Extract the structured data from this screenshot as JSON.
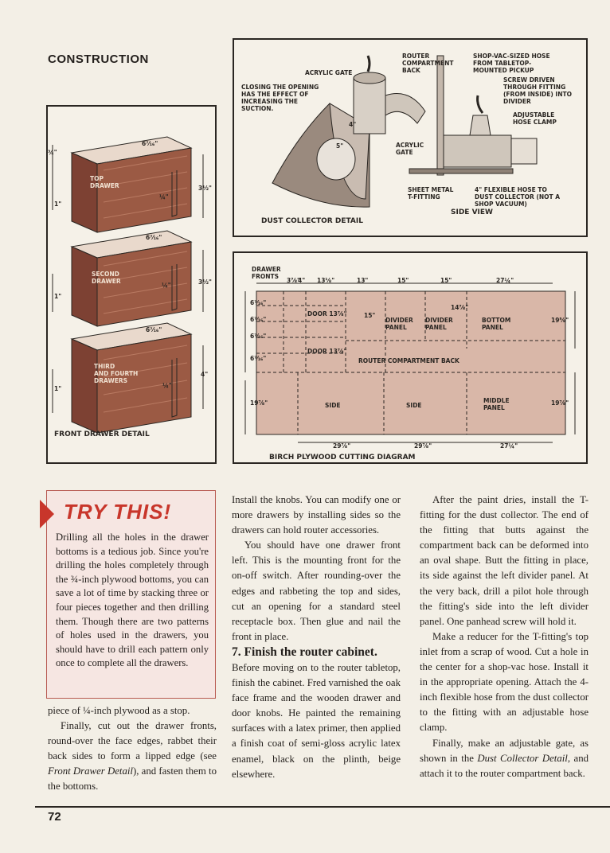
{
  "section": "CONSTRUCTION",
  "page_number": "72",
  "front_drawer_detail": {
    "caption": "FRONT DRAWER DETAIL",
    "drawers": [
      {
        "label": "TOP\nDRAWER",
        "width": "6⁷⁄₁₆\"",
        "height": "3½\"",
        "dim_a": "¾\"",
        "dim_b": "1\"",
        "rabbet": "¼\""
      },
      {
        "label": "SECOND\nDRAWER",
        "width": "6⁷⁄₁₆\"",
        "height": "3½\"",
        "dim_b": "1\"",
        "rabbet": "¼\""
      },
      {
        "label": "THIRD\nAND FOURTH\nDRAWERS",
        "width": "6⁷⁄₁₆\"",
        "height": "4\"",
        "dim_b": "1\"",
        "rabbet": "¼\""
      }
    ]
  },
  "dust_collector_detail": {
    "caption": "DUST COLLECTOR DETAIL",
    "side_view": "SIDE VIEW",
    "labels": {
      "acrylic_gate": "ACRYLIC GATE",
      "closing": "CLOSING THE OPENING HAS THE EFFECT OF INCREASING THE SUCTION.",
      "router_back": "ROUTER COMPARTMENT BACK",
      "shopvac": "SHOP-VAC-SIZED HOSE FROM TABLETOP-MOUNTED PICKUP",
      "screw": "SCREW DRIVEN THROUGH FITTING (FROM INSIDE) INTO DIVIDER",
      "clamp": "ADJUSTABLE HOSE CLAMP",
      "acrylic_gate2": "ACRYLIC GATE",
      "sheet_metal": "SHEET METAL T-FITTING",
      "flex_hose": "4\" FLEXIBLE HOSE TO DUST COLLECTOR (NOT A SHOP VACUUM)",
      "dim4": "4\"",
      "dim5": "5\""
    }
  },
  "cutting_diagram": {
    "caption": "BIRCH PLYWOOD CUTTING DIAGRAM",
    "drawer_fronts": "DRAWER FRONTS",
    "top_dims": [
      "3⅞\"",
      "4\"",
      "13⅛\"",
      "13\"",
      "15\"",
      "15\"",
      "27¼\""
    ],
    "left_dims": [
      "6⁷⁄₁₆\"",
      "6⁷⁄₁₆\"",
      "6⁷⁄₁₆\"",
      "6⁷⁄₁₆\"",
      "19⅞\""
    ],
    "panels": {
      "door1": "DOOR 13⅞\"",
      "door2": "DOOR 13⅞\"",
      "divider1": "DIVIDER PANEL",
      "divider2": "DIVIDER PANEL",
      "bottom": "BOTTOM PANEL",
      "router_back": "ROUTER COMPARTMENT BACK",
      "side1": "SIDE",
      "side2": "SIDE",
      "middle": "MIDDLE PANEL"
    },
    "inner_dims": {
      "d15": "15\"",
      "d14": "14⅞\"",
      "right_top": "19⅝\"",
      "right_bottom": "19⅞\""
    },
    "bottom_dims": [
      "29⅞\"",
      "29⅞\"",
      "27¼\""
    ]
  },
  "try_this": {
    "title": "TRY THIS!",
    "body": "Drilling all the holes in the drawer bottoms is a tedious job. Since you're drilling the holes completely through the ¾-inch plywood bottoms, you can save a lot of time by stacking three or four pieces together and then drilling them. Though there are two patterns of holes used in the drawers, you should have to drill each pattern only once to complete all the drawers."
  },
  "col1": {
    "p1": "piece of ¼-inch plywood as a stop.",
    "p2a": "Finally, cut out the drawer fronts, round-over the face edges, rabbet their back sides to form a lipped edge (see ",
    "p2_em": "Front Drawer Detail",
    "p2b": "), and fasten them to the bottoms."
  },
  "col2": {
    "p1": "Install the knobs. You can modify one or more drawers by installing sides so the drawers can hold router accessories.",
    "p2": "You should have one drawer front left. This is the mounting front for the on-off switch. After rounding-over the edges and rabbeting the top and sides, cut an opening for a standard steel receptacle box. Then glue and nail the front in place.",
    "heading": "7. Finish the router cabinet.",
    "p3": "Before moving on to the router tabletop, finish the cabinet. Fred varnished the oak face frame and the wooden drawer and door knobs. He painted the remaining surfaces with a latex primer, then applied a finish coat of semi-gloss acrylic latex enamel, black on the plinth, beige elsewhere."
  },
  "col3": {
    "p1": "After the paint dries, install the T-fitting for the dust collector. The end of the fitting that butts against the compartment back can be deformed into an oval shape. Butt the fitting in place, its side against the left divider panel. At the very back, drill a pilot hole through the fitting's side into the left divider panel. One panhead screw will hold it.",
    "p2": "Make a reducer for the T-fitting's top inlet from a scrap of wood. Cut a hole in the center for a shop-vac hose. Install it in the appropriate opening. Attach the 4-inch flexible hose from the dust collector to the fitting with an adjustable hose clamp.",
    "p3a": "Finally, make an adjustable gate, as shown in the ",
    "p3_em": "Dust Collector Detail",
    "p3b": ", and attach it to the router compartment back."
  }
}
